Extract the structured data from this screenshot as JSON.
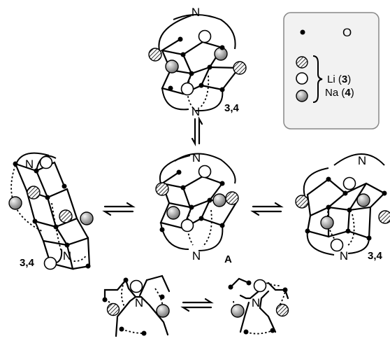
{
  "labels": {
    "n": "N",
    "compound_3_4": "3,4",
    "structure_a": "A"
  },
  "legend": {
    "oxygen_label": "O",
    "li_text": "Li (",
    "li_num": "3",
    "li_close": ")",
    "na_text": "Na (",
    "na_num": "4",
    "na_close": ")"
  },
  "atom_types": [
    "oxygen-dot",
    "bridging-hatched-sphere",
    "li-open-circle",
    "na-shaded-sphere"
  ],
  "colors": {
    "line": "#000000",
    "legend_bg": "#f2f2f2",
    "legend_border": "#888888",
    "na_sphere_light": "#f4f4f4",
    "na_sphere_dark": "#6a6a6a"
  }
}
